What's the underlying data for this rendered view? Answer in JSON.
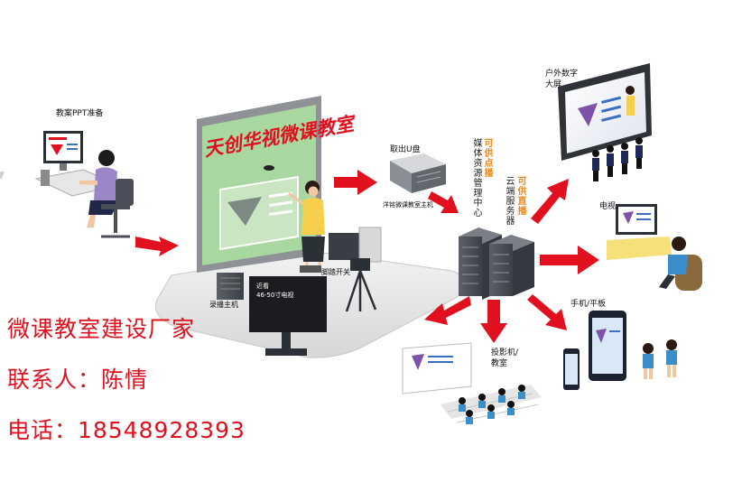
{
  "labels": {
    "ppt_prep": "教案PPT准备",
    "board_title": "天创华视微课教室",
    "recording_host": "录播主机",
    "tv_near": "近看",
    "tv_size": "46-50寸电视",
    "foot_switch": "脚踏开关",
    "usb_take": "取出U盘",
    "device_caption": "洋铭微课教室主机",
    "media_center": "媒体资源管理中心",
    "vod": "可供点播",
    "cloud_server": "云端服务器",
    "live": "可供直播",
    "outdoor_screen_1": "户外数字",
    "outdoor_screen_2": "大屏",
    "tv": "电视",
    "mobile_tablet": "手机/平板",
    "projector_1": "投影机/",
    "projector_2": "教室"
  },
  "overlay": {
    "line1": "微课教室建设厂家",
    "line2": "联系人：陈情",
    "line3": "电话：18548928393"
  },
  "colors": {
    "arrow_red": "#e0101e",
    "text_red": "#e0101e",
    "accent_orange": "#f08a1c",
    "board_green": "#a8d8a0",
    "server_gray": "#4a4f57"
  }
}
